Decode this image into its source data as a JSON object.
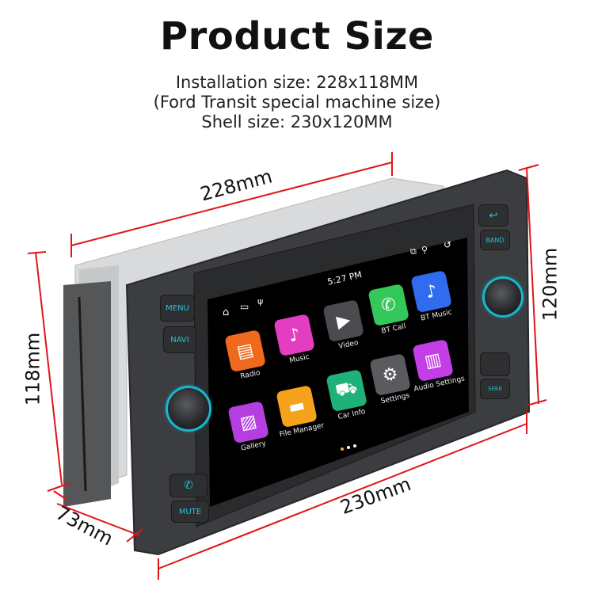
{
  "header": {
    "title": "Product Size",
    "lines": [
      "Installation size: 228x118MM",
      "(Ford Transit special machine size)",
      "Shell size: 230x120MM"
    ]
  },
  "dimensions": {
    "top_width": "228mm",
    "left_height": "118mm",
    "right_height": "120mm",
    "bottom_width": "230mm",
    "depth": "73mm",
    "line_color": "#e0141b"
  },
  "device": {
    "left_buttons": [
      "MENU",
      "NAVI",
      "MUTE"
    ],
    "right_buttons": [
      "BAND",
      "SEEK"
    ],
    "call_icon": "phone-icon",
    "back_icon": "back-arrow-icon",
    "knob_ring_color": "#18b7d0",
    "button_text_color": "#20c4d8"
  },
  "screen": {
    "time": "5:27 PM",
    "status_icons": [
      "cast-icon",
      "location-icon",
      "back-icon"
    ],
    "dock_icons": [
      "home-icon",
      "window-icon",
      "usb-icon"
    ],
    "apps": [
      {
        "label": "Radio",
        "icon": "radio-icon",
        "color": "#f06a1e",
        "glyph": "📻"
      },
      {
        "label": "Music",
        "icon": "music-note-icon",
        "color": "#e43ec0",
        "glyph": "♪"
      },
      {
        "label": "Video",
        "icon": "play-icon",
        "color": "#4a4b4e",
        "glyph": "▶"
      },
      {
        "label": "BT Call",
        "icon": "phone-icon",
        "color": "#34c759",
        "glyph": "✆"
      },
      {
        "label": "BT Music",
        "icon": "bt-music-icon",
        "color": "#2f6cf0",
        "glyph": "♪"
      },
      {
        "label": "Gallery",
        "icon": "gallery-icon",
        "color": "#b43ee0",
        "glyph": "▨"
      },
      {
        "label": "File Manager",
        "icon": "folder-icon",
        "color": "#f5a21c",
        "glyph": "▬"
      },
      {
        "label": "Car Info",
        "icon": "car-icon",
        "color": "#1eb27a",
        "glyph": "🚗"
      },
      {
        "label": "Settings",
        "icon": "gear-icon",
        "color": "#5a5b5e",
        "glyph": "⚙"
      },
      {
        "label": "Audio Settings",
        "icon": "equalizer-icon",
        "color": "#c43ee8",
        "glyph": "▥"
      }
    ],
    "page_indicator": {
      "count": 3,
      "active": 0,
      "active_color": "#f5b21c"
    }
  }
}
